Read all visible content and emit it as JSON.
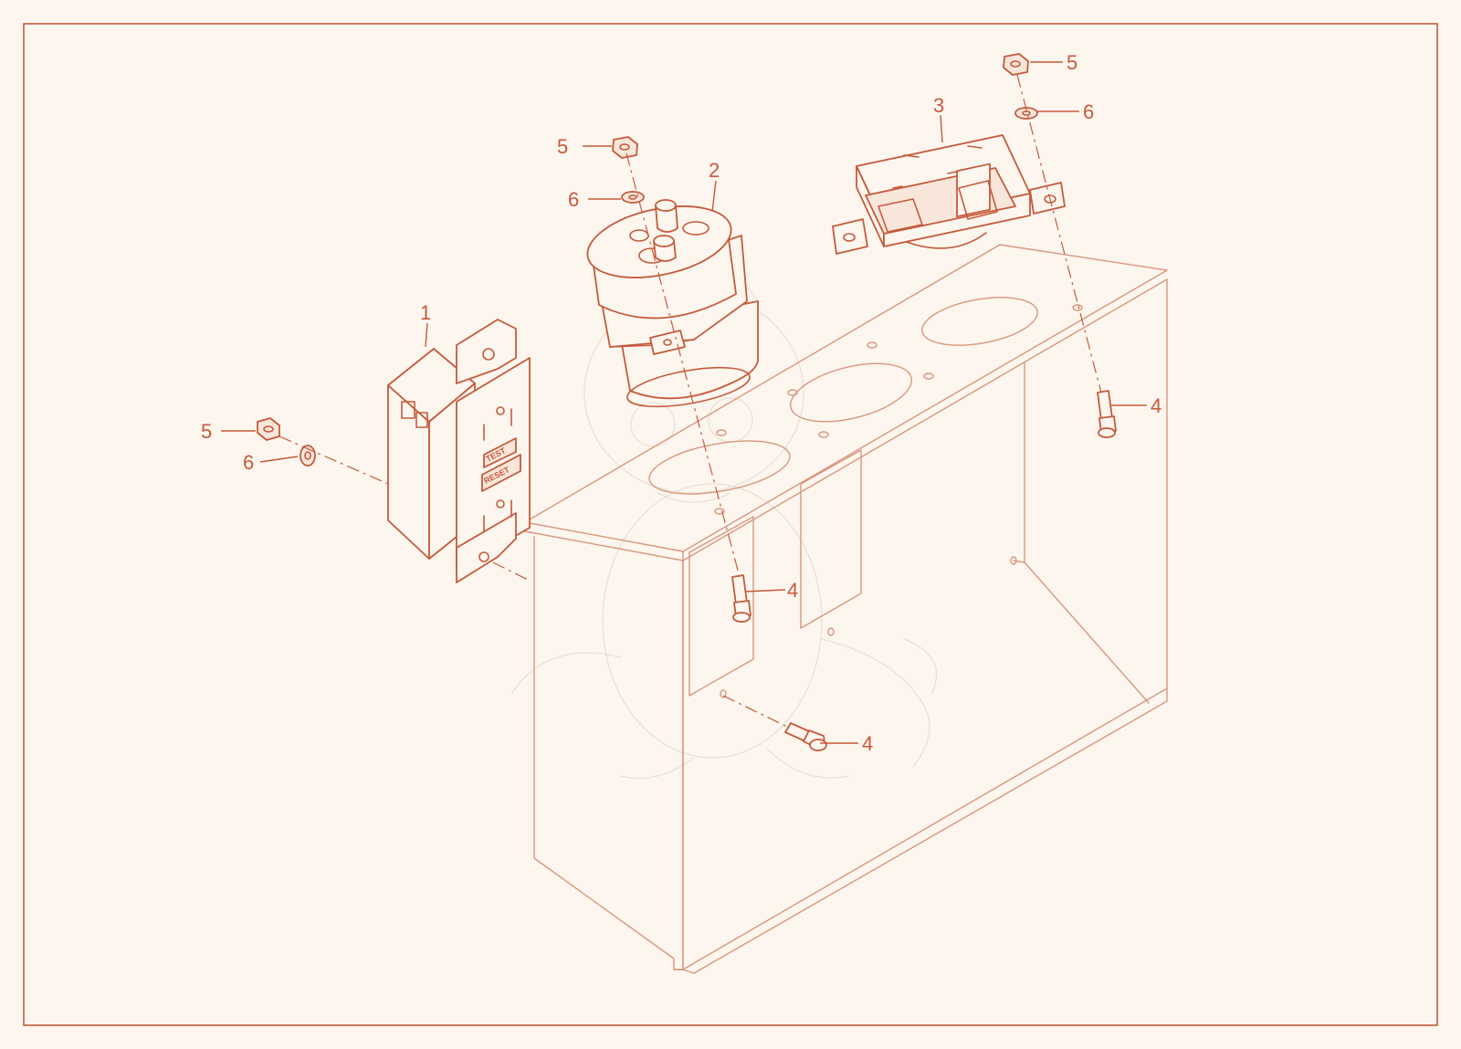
{
  "colors": {
    "background": "#fdf6ee",
    "accent": "#c55a3c",
    "frame_line": "#d9967f"
  },
  "callouts": {
    "c1": "1",
    "c2": "2",
    "c3": "3",
    "c4a": "4",
    "c4b": "4",
    "c4c": "4",
    "c5a": "5",
    "c5b": "5",
    "c5c": "5",
    "c6a": "6",
    "c6b": "6",
    "c6c": "6"
  },
  "receptacle": {
    "test_label": "TEST",
    "reset_label": "RESET"
  }
}
